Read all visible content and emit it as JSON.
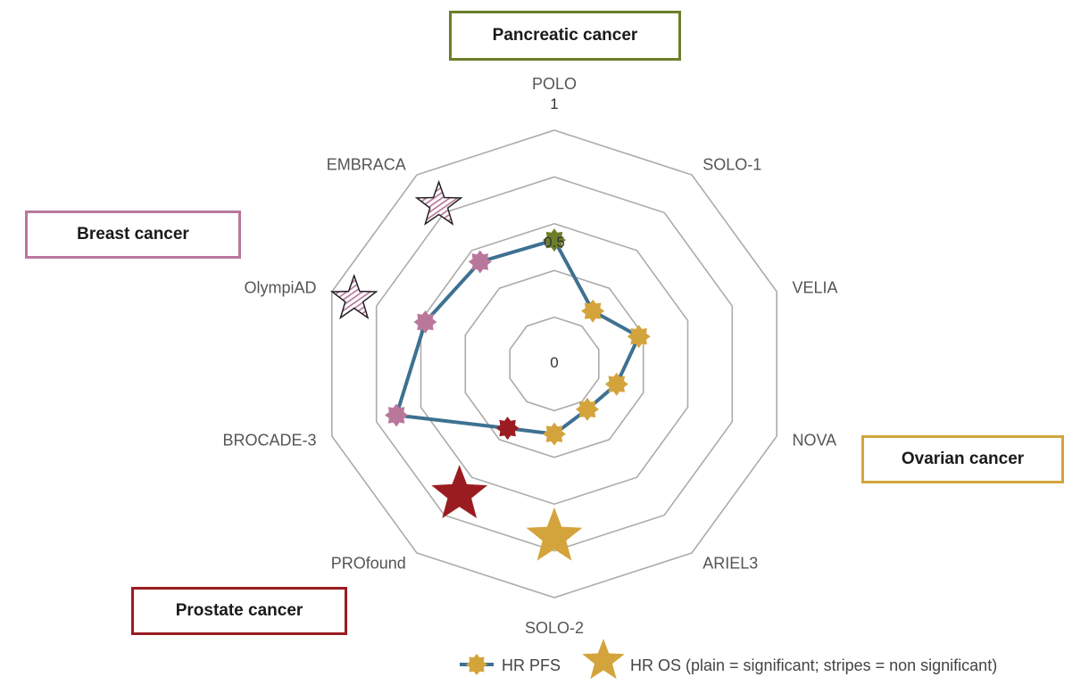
{
  "chart_data": {
    "type": "radar",
    "rmin": 0,
    "rmax": 1,
    "tick_labels": [
      "1",
      "0.5",
      "0"
    ],
    "axes": [
      "POLO",
      "SOLO-1",
      "VELIA",
      "NOVA",
      "ARIEL3",
      "SOLO-2",
      "PROfound",
      "BROCADE-3",
      "OlympiAD",
      "EMBRACA"
    ],
    "series": [
      {
        "name": "HR PFS",
        "line_color": "#3e7191",
        "values": [
          0.53,
          0.28,
          0.38,
          0.28,
          0.24,
          0.3,
          0.34,
          0.71,
          0.58,
          0.54
        ],
        "marker_colors": [
          "#6b7f2a",
          "#d4a43c",
          "#d4a43c",
          "#d4a43c",
          "#d4a43c",
          "#d4a43c",
          "#9b1c20",
          "#b9789b",
          "#b9789b",
          "#b9789b"
        ]
      },
      {
        "name": "HR OS (plain = significant; stripes = non significant)",
        "points": [
          {
            "axis": "SOLO-2",
            "value": 0.74,
            "color": "#d4a43c",
            "significant": true
          },
          {
            "axis": "PROfound",
            "value": 0.69,
            "color": "#9b1c20",
            "significant": true
          },
          {
            "axis": "OlympiAD",
            "value": 0.9,
            "color": "#b9789b",
            "significant": false
          },
          {
            "axis": "EMBRACA",
            "value": 0.84,
            "color": "#b9789b",
            "significant": false
          }
        ]
      }
    ],
    "grid": true,
    "legend_position": "bottom-right"
  },
  "tissues": [
    {
      "label": "Pancreatic cancer",
      "color": "#6b7f2a"
    },
    {
      "label": "Breast cancer",
      "color": "#b9789b"
    },
    {
      "label": "Ovarian cancer",
      "color": "#d4a43c"
    },
    {
      "label": "Prostate cancer",
      "color": "#9b1c20"
    }
  ],
  "legend": {
    "pfs_label": "HR PFS",
    "os_label": "HR OS (plain = significant; stripes = non significant)",
    "pfs_marker_color": "#d4a43c",
    "os_marker_color": "#d4a43c"
  }
}
